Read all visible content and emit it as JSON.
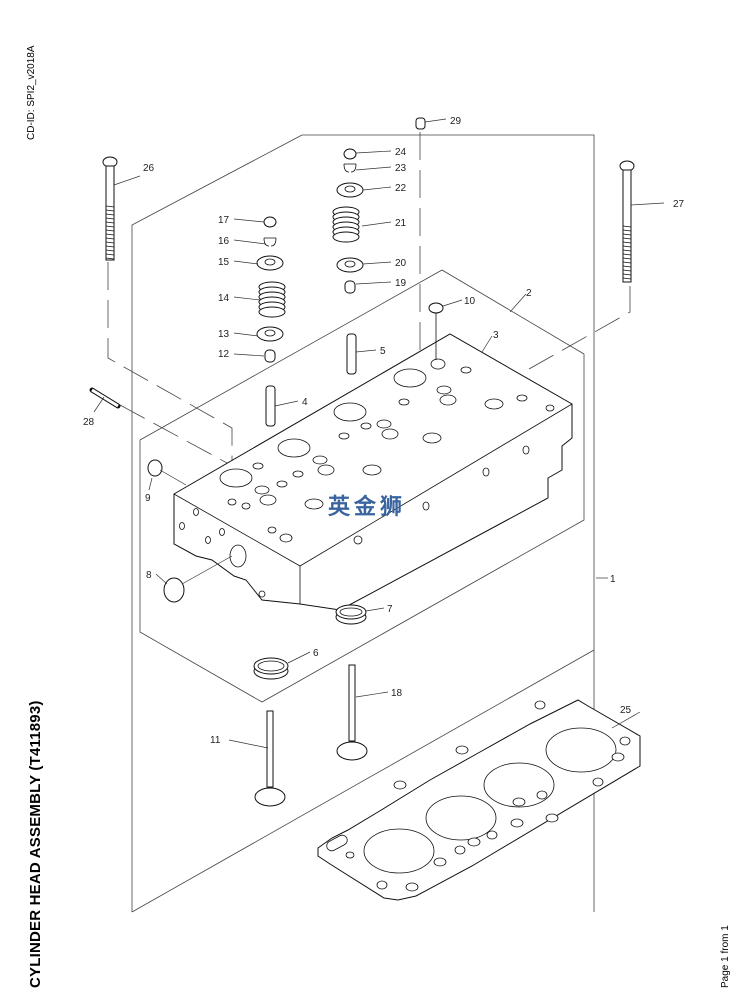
{
  "document": {
    "cd_id": "CD-ID: SPI2_v2018A",
    "title": "CYLINDER HEAD ASSEMBLY (T411893)",
    "page_label": "Page 1 from 1",
    "watermark": "英金狮",
    "watermark_color": "#3a64a0"
  },
  "callouts": [
    {
      "id": "1",
      "label": "1"
    },
    {
      "id": "2",
      "label": "2"
    },
    {
      "id": "3",
      "label": "3"
    },
    {
      "id": "4",
      "label": "4"
    },
    {
      "id": "5",
      "label": "5"
    },
    {
      "id": "6",
      "label": "6"
    },
    {
      "id": "7",
      "label": "7"
    },
    {
      "id": "8",
      "label": "8"
    },
    {
      "id": "9",
      "label": "9"
    },
    {
      "id": "10",
      "label": "10"
    },
    {
      "id": "11",
      "label": "11"
    },
    {
      "id": "12",
      "label": "12"
    },
    {
      "id": "13",
      "label": "13"
    },
    {
      "id": "14",
      "label": "14"
    },
    {
      "id": "15",
      "label": "15"
    },
    {
      "id": "16",
      "label": "16"
    },
    {
      "id": "17",
      "label": "17"
    },
    {
      "id": "18",
      "label": "18"
    },
    {
      "id": "19",
      "label": "19"
    },
    {
      "id": "20",
      "label": "20"
    },
    {
      "id": "21",
      "label": "21"
    },
    {
      "id": "22",
      "label": "22"
    },
    {
      "id": "23",
      "label": "23"
    },
    {
      "id": "24",
      "label": "24"
    },
    {
      "id": "25",
      "label": "25"
    },
    {
      "id": "26",
      "label": "26"
    },
    {
      "id": "27",
      "label": "27"
    },
    {
      "id": "28",
      "label": "28"
    },
    {
      "id": "29",
      "label": "29"
    }
  ],
  "parts": {
    "cylinder_head": "cylinder-head",
    "head_gasket": "head-gasket",
    "bolt_long_left": "head-bolt",
    "bolt_long_right": "head-bolt",
    "stud": "stud",
    "intake_valve": "valve",
    "exhaust_valve": "valve",
    "valve_springs": "valve-spring",
    "spring_retainers": "spring-retainer",
    "valve_collets": "collet",
    "valve_caps": "valve-cap",
    "valve_stem_seals": "stem-seal",
    "valve_guides": "valve-guide",
    "valve_seat_inserts": "seat-insert",
    "core_plugs": "core-plug",
    "dowel": "dowel"
  }
}
